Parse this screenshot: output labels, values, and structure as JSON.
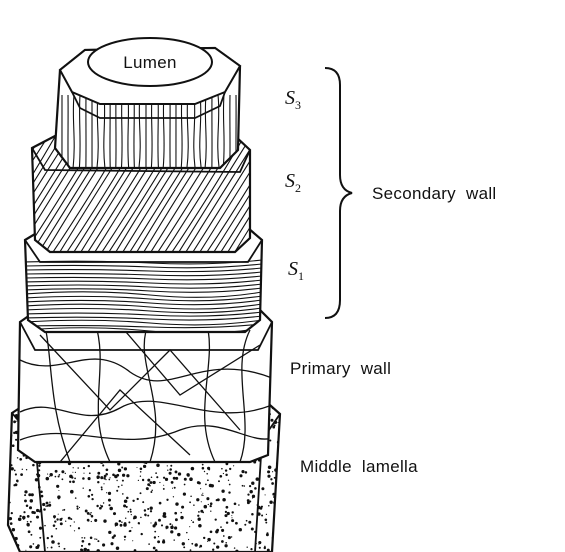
{
  "labels": {
    "lumen": "Lumen",
    "s3": {
      "letter": "S",
      "sub": "3"
    },
    "s2": {
      "letter": "S",
      "sub": "2"
    },
    "s1": {
      "letter": "S",
      "sub": "1"
    },
    "secondary_wall": "Secondary  wall",
    "primary_wall": "Primary  wall",
    "middle_lamella": "Middle  lamella"
  },
  "colors": {
    "ink": "#111111",
    "background": "#ffffff"
  }
}
